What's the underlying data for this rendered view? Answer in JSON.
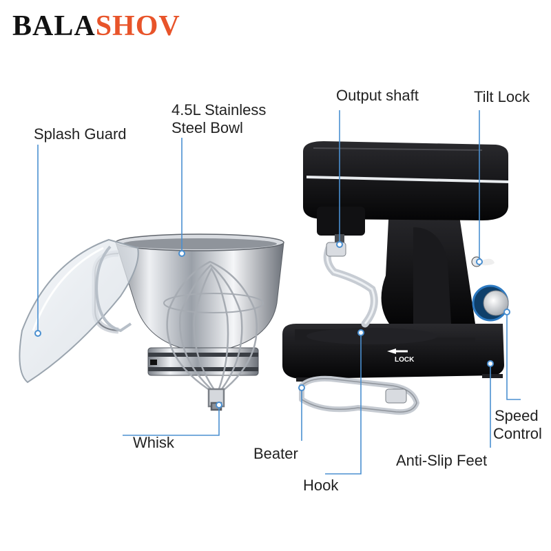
{
  "brand": {
    "part1": "BALA",
    "part2": "SHOV",
    "colors": {
      "part1": "#111111",
      "part2": "#e8542a",
      "tail": "#111111"
    }
  },
  "labels": {
    "splash_guard": "Splash Guard",
    "bowl_line1": "4.5L Stainless",
    "bowl_line2": "Steel Bowl",
    "output_shaft": "Output shaft",
    "tilt_lock": "Tilt Lock",
    "whisk": "Whisk",
    "beater": "Beater",
    "hook": "Hook",
    "anti_slip_feet": "Anti-Slip Feet",
    "speed_line1": "Speed",
    "speed_line2": "Control"
  },
  "mixer": {
    "lock_text": "LOCK"
  },
  "colors": {
    "callout": "#4a8fd0",
    "body": "#0c0c0e",
    "steel": "#c8ccd2",
    "label_text": "#222222"
  }
}
